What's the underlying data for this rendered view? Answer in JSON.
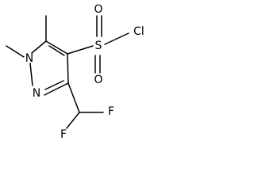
{
  "molecule": {
    "atoms": {
      "n1": "N",
      "n2": "N",
      "s": "S",
      "o_top": "O",
      "o_bottom": "O",
      "cl": "Cl",
      "f_left": "F",
      "f_right": "F"
    }
  }
}
